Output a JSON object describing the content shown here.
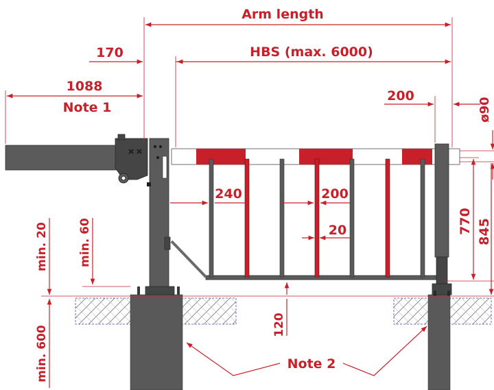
{
  "colors": {
    "dimension": "#c8202a",
    "steel": "#5b5b5b",
    "boom_red": "#c8202a",
    "boom_white": "#ffffff",
    "ground_hatch": "#3b4aa8"
  },
  "dimensions": {
    "arm_length": "Arm length",
    "offset_170": "170",
    "hbs": "HBS (max. 6000)",
    "counter_arm": "1088",
    "note1": "Note 1",
    "support_width": "200",
    "boom_diameter": "ø90",
    "skirt_spacing_240": "240",
    "skirt_spacing_200": "200",
    "rod_width": "20",
    "height_770": "770",
    "height_845": "845",
    "min20": "min. 20",
    "min60": "min. 60",
    "min600": "min. 600",
    "clearance_120": "120",
    "note2": "Note 2"
  }
}
